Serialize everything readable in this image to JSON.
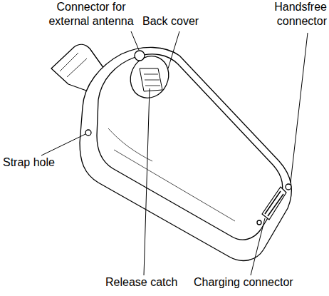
{
  "diagram": {
    "labels": [
      "Connector for external antenna",
      "Back cover",
      "Handsfree connector",
      "Strap hole",
      "Release catch",
      "Charging connector"
    ]
  }
}
